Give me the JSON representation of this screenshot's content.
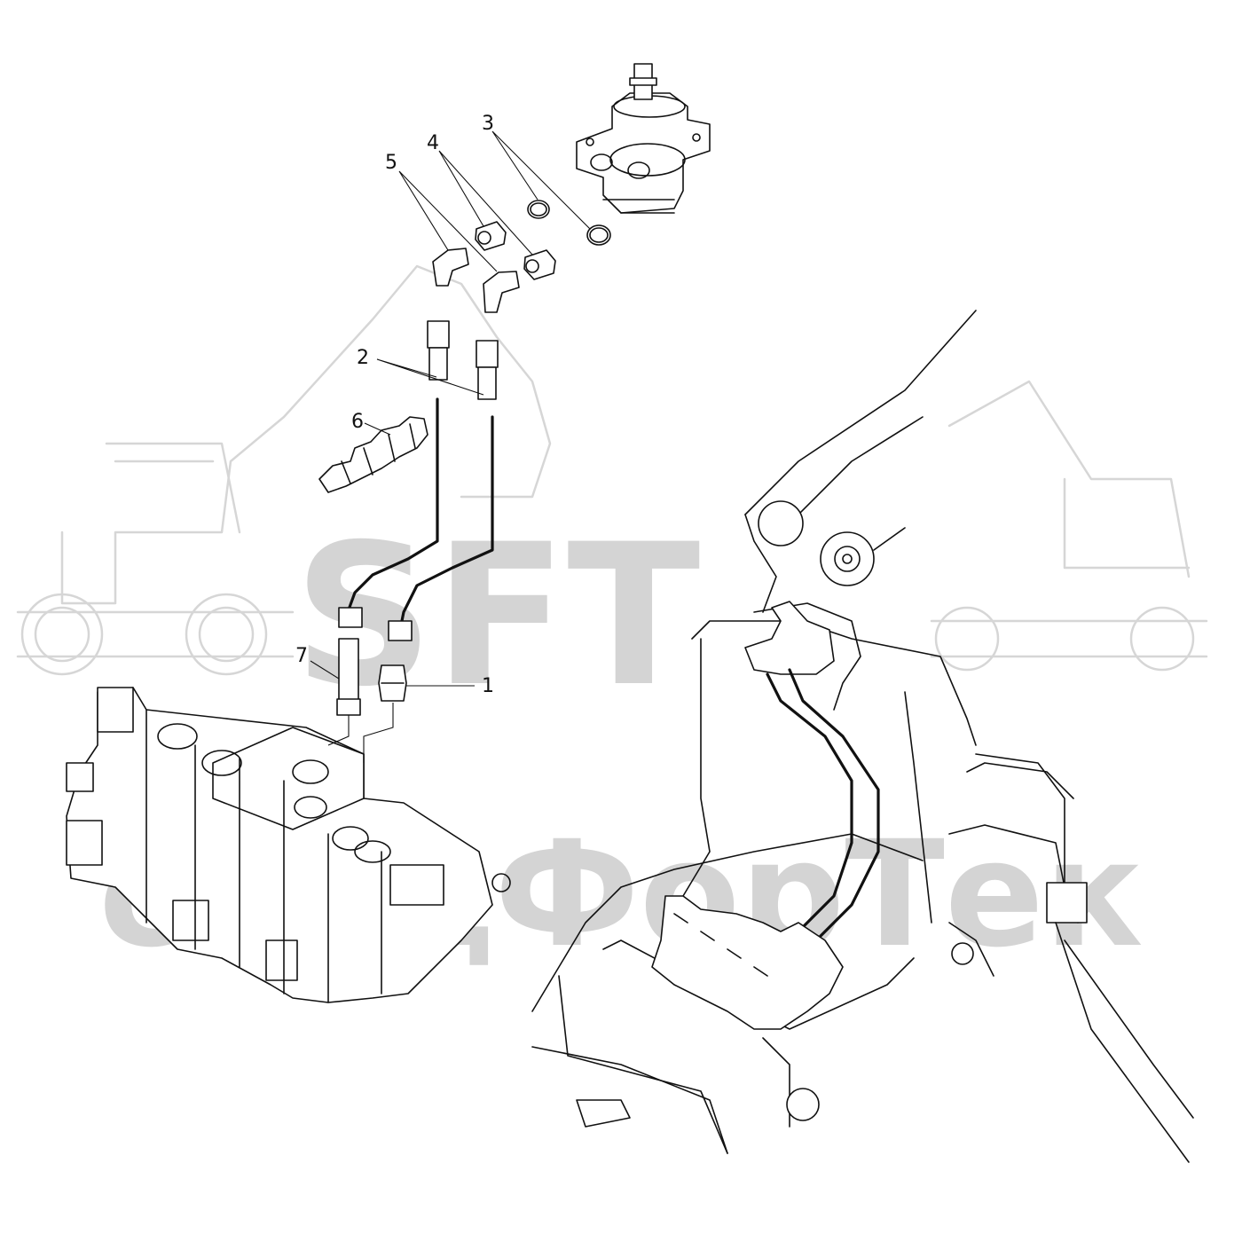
{
  "watermark": {
    "logo_text": "SFT",
    "company_text": "спецФорТек"
  },
  "callouts": [
    {
      "id": "1",
      "label": "1"
    },
    {
      "id": "2",
      "label": "2"
    },
    {
      "id": "3",
      "label": "3"
    },
    {
      "id": "4",
      "label": "4"
    },
    {
      "id": "5",
      "label": "5"
    },
    {
      "id": "6",
      "label": "6"
    },
    {
      "id": "7",
      "label": "7"
    }
  ],
  "colors": {
    "line": "#111111",
    "watermark": "#d4d4d4",
    "background": "#ffffff"
  }
}
